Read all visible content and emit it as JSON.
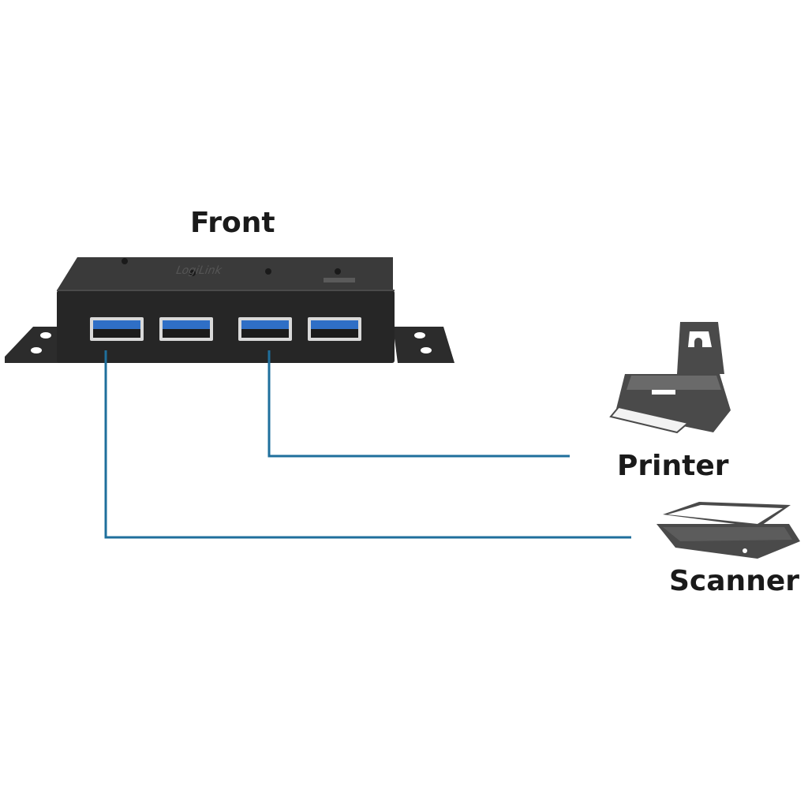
{
  "labels": {
    "front": "Front",
    "printer": "Printer",
    "scanner": "Scanner"
  },
  "device": {
    "brand_text": "LogiLink",
    "port_count": 4
  },
  "colors": {
    "cable": "#1f6f9c",
    "hub_body": "#2b2b2b",
    "port_blue": "#2f6fc6",
    "icon_gray": "#4a4a4a",
    "text": "#1a1a1a"
  },
  "icons": {
    "printer": "printer-icon",
    "scanner": "scanner-icon"
  }
}
